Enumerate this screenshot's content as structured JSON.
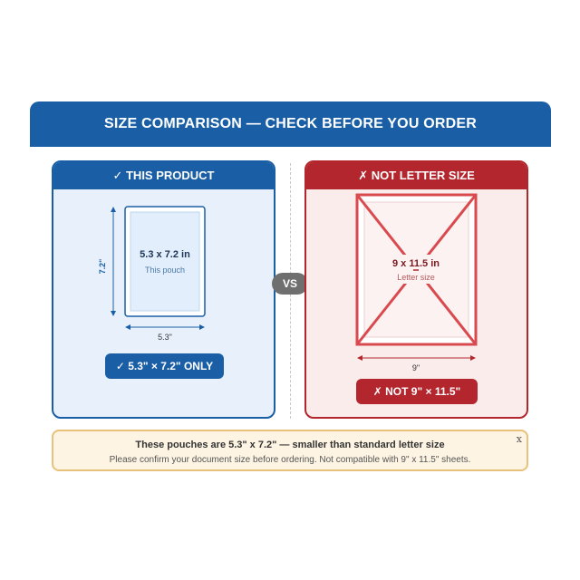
{
  "banner": {
    "title": "SIZE COMPARISON — CHECK BEFORE YOU ORDER"
  },
  "left_panel": {
    "header": "✓ THIS PRODUCT",
    "size_text": "5.3 x 7.2 in",
    "sub_text": "This pouch",
    "width_label": "5.3\"",
    "height_label": "7.2\"",
    "badge": "✓ 5.3\" × 7.2\" ONLY"
  },
  "vs_label": "VS",
  "right_panel": {
    "header": "✗ NOT LETTER SIZE",
    "size_text": "9 x 11.5 in",
    "sub_text": "Letter size",
    "width_label": "9\"",
    "badge": "✗ NOT 9\" × 11.5\""
  },
  "notice": {
    "title": "These pouches are 5.3\" x 7.2\" — smaller than standard letter size",
    "subtitle": "Please confirm your document size before ordering. Not compatible with 9\" x 11.5\" sheets.",
    "close_label": "x"
  },
  "colors": {
    "blue": "#1a5fa6",
    "red": "#b3262e",
    "notice_bg": "#fdf4e3",
    "notice_border": "#e8c17a"
  }
}
